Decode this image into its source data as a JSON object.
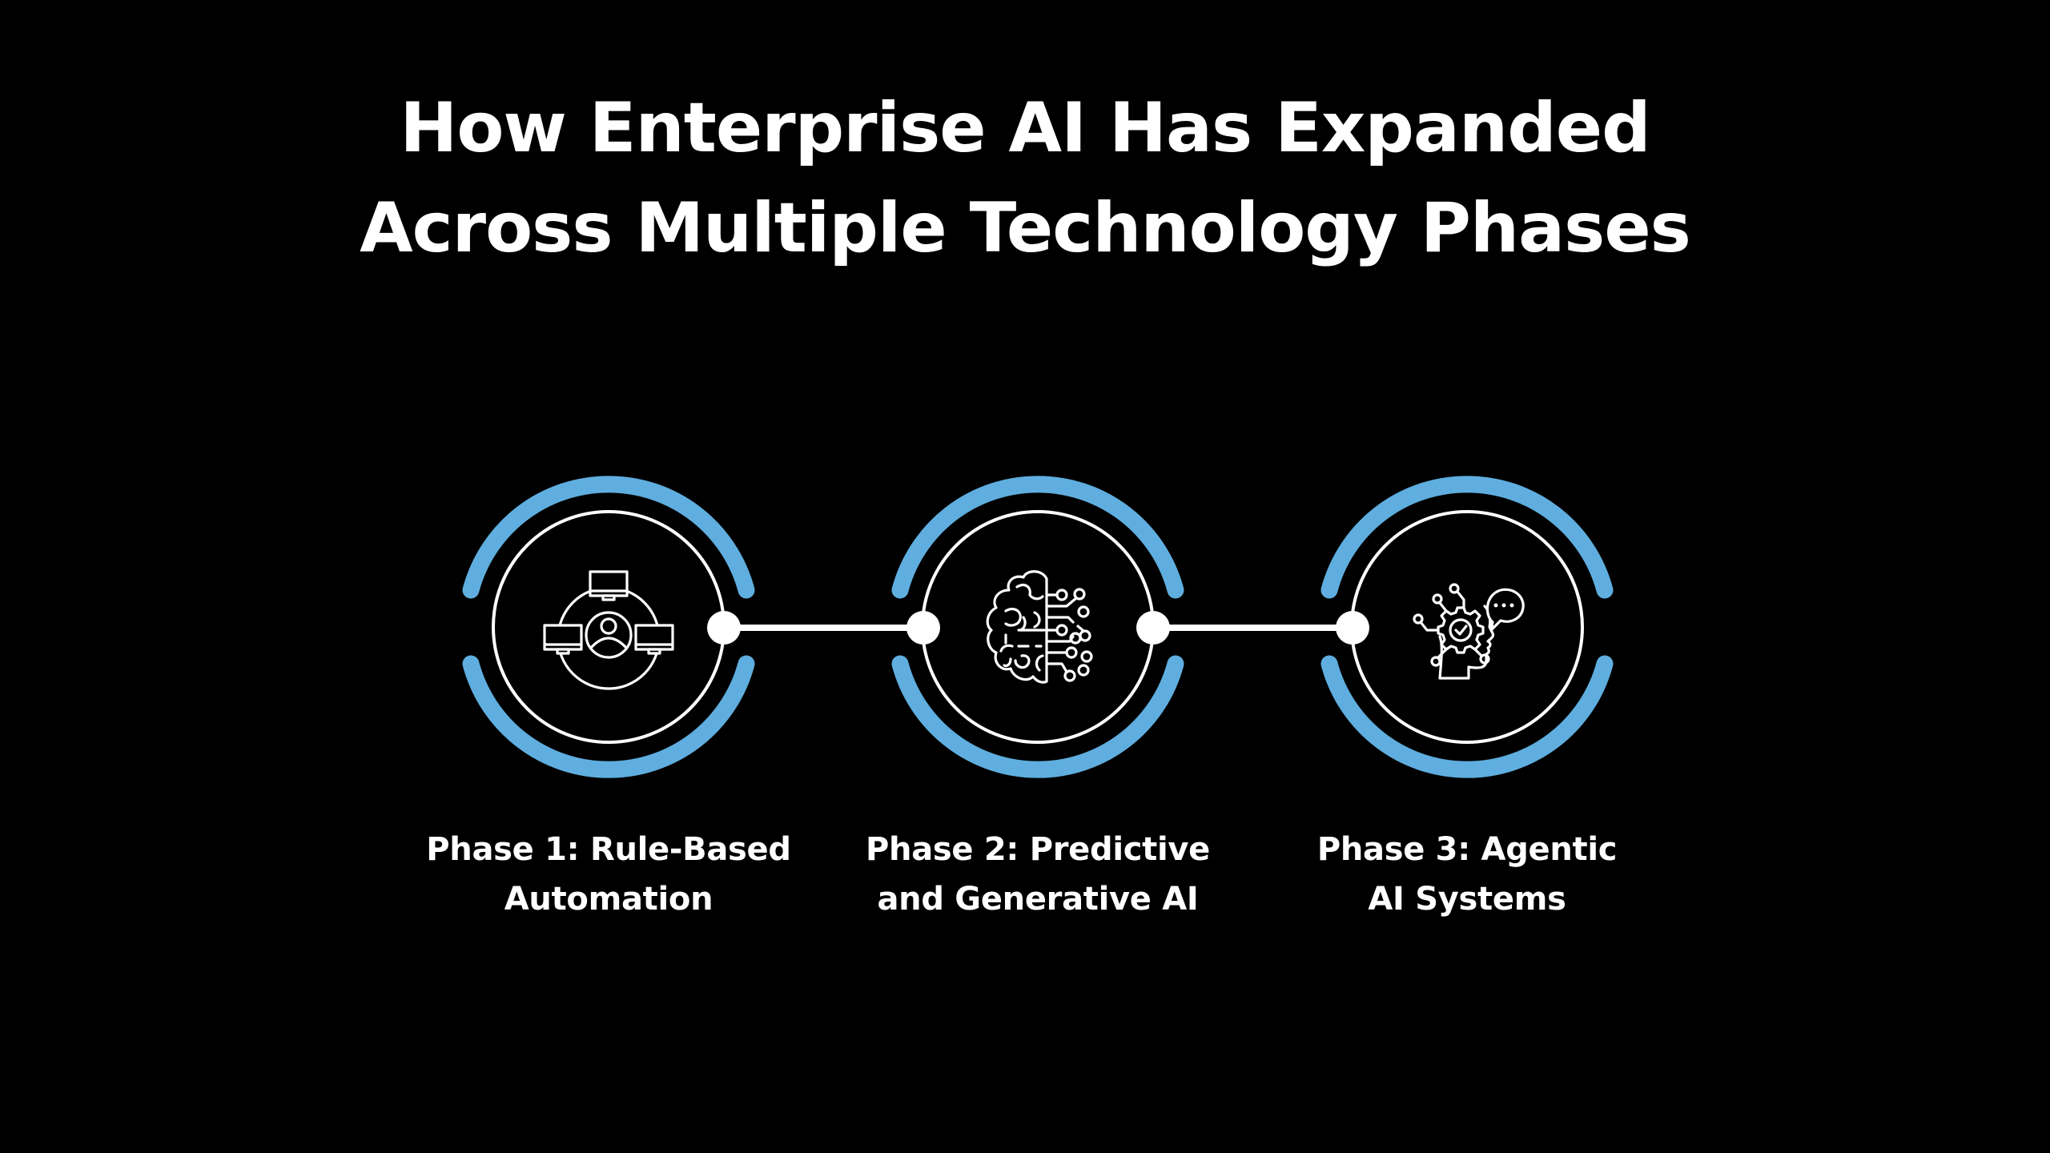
{
  "title": {
    "line1": "How Enterprise AI Has Expanded",
    "line2": "Across Multiple Technology Phases"
  },
  "colors": {
    "background": "#000000",
    "ring_accent": "#5FAEDF",
    "foreground": "#FFFFFF"
  },
  "phases": [
    {
      "label_line1": "Phase 1: Rule-Based",
      "label_line2": "Automation",
      "icon": "network-user-computers-icon"
    },
    {
      "label_line1": "Phase 2: Predictive",
      "label_line2": "and Generative AI",
      "icon": "brain-circuit-icon"
    },
    {
      "label_line1": "Phase 3: Agentic",
      "label_line2": "AI Systems",
      "icon": "head-gear-chat-icon"
    }
  ]
}
